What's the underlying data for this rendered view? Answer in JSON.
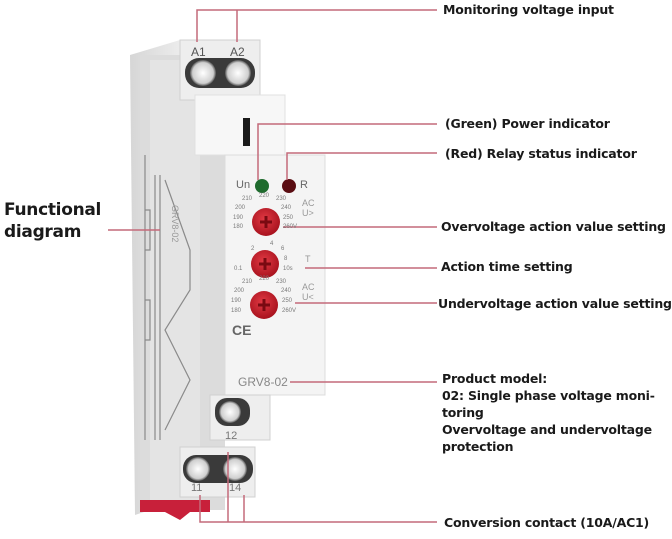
{
  "annotations": {
    "monitoring_input": "Monitoring voltage input",
    "power_indicator": "(Green) Power indicator",
    "relay_indicator": "(Red) Relay status indicator",
    "overvoltage_setting": "Overvoltage action value setting",
    "time_setting": "Action time setting",
    "undervoltage_setting": "Undervoltage action value setting",
    "product_model": [
      "Product model:",
      "02: Single phase voltage moni-",
      "toring",
      "Overvoltage and undervoltage",
      "protection"
    ],
    "conversion_contact": "Conversion contact (10A/AC1)",
    "functional_diagram": [
      "Functional",
      "diagram"
    ]
  },
  "device": {
    "terminals_top": [
      "A1",
      "A2"
    ],
    "terminals_bottom": [
      "12",
      "11",
      "14"
    ],
    "led_labels": {
      "power": "Un",
      "relay": "R"
    },
    "model": "GRV8-02",
    "side_model": "GRV8-02",
    "ce_mark": "CE",
    "dial_over": {
      "ticks": [
        "180",
        "190",
        "200",
        "210",
        "220",
        "230",
        "240",
        "250",
        "260V"
      ],
      "label_top": "AC",
      "label_bottom": "U>"
    },
    "dial_time": {
      "ticks": [
        "0.1",
        "2",
        "4",
        "6",
        "8",
        "10s"
      ],
      "label": "T"
    },
    "dial_under": {
      "ticks": [
        "180",
        "190",
        "200",
        "210",
        "220",
        "230",
        "240",
        "250",
        "260V"
      ],
      "label_top": "AC",
      "label_bottom": "U<"
    }
  },
  "colors": {
    "leader_line": "#c46a7a",
    "power_led": "#1f6b2e",
    "relay_led": "#5a0d12",
    "dial": "#c8202e",
    "din_clip": "#c8203a"
  }
}
